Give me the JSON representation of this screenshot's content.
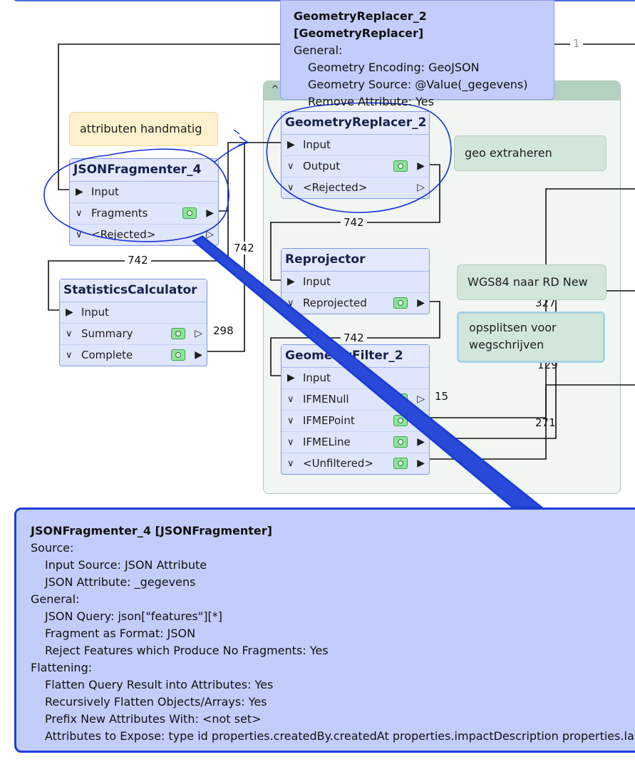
{
  "bookmark": {
    "toggle": "^"
  },
  "transformers": {
    "json_fragmenter": {
      "name": "JSONFragmenter_4",
      "ports": {
        "input": "Input",
        "fragments": "Fragments",
        "rejected": "<Rejected>"
      }
    },
    "statistics_calculator": {
      "name": "StatisticsCalculator",
      "ports": {
        "input": "Input",
        "summary": "Summary",
        "complete": "Complete"
      }
    },
    "geometry_replacer": {
      "name": "GeometryReplacer_2",
      "ports": {
        "input": "Input",
        "output": "Output",
        "rejected": "<Rejected>"
      }
    },
    "reprojector": {
      "name": "Reprojector",
      "ports": {
        "input": "Input",
        "reprojected": "Reprojected"
      }
    },
    "geometry_filter": {
      "name": "GeometryFilter_2",
      "ports": {
        "input": "Input",
        "ifmenull": "IFMENull",
        "ifmepoint": "IFMEPoint",
        "ifmeline": "IFMELine",
        "unfiltered": "<Unfiltered>"
      }
    }
  },
  "notes": {
    "attributen": "attributen handmatig",
    "geo_extraheren": "geo extraheren",
    "wgs84": "WGS84 naar RD New",
    "opsplitsen": "opsplitsen voor wegschrijven"
  },
  "feature_counts": {
    "top_line": "1",
    "json_to_stats": "742",
    "fragments_out": "742",
    "summary": "298",
    "geom_to_reproj": "742",
    "reproj_to_filter": "742",
    "c327": "327",
    "c129": "129",
    "ifmenull": "15",
    "c271": "271"
  },
  "tooltip_geometry_replacer": {
    "title": "GeometryReplacer_2 [GeometryReplacer]",
    "section_general": "General:",
    "props": [
      "Geometry Encoding: GeoJSON",
      "Geometry Source: @Value(_gegevens)",
      "Remove Attribute: Yes"
    ]
  },
  "tooltip_json_fragmenter": {
    "title": "JSONFragmenter_4 [JSONFragmenter]",
    "section_source": "Source:",
    "source_props": [
      "Input Source: JSON Attribute",
      "JSON Attribute: _gegevens"
    ],
    "section_general": "General:",
    "general_props": [
      "JSON Query: json[\"features\"][*]",
      "Fragment as Format: JSON",
      "Reject Features which Produce No Fragments: Yes"
    ],
    "section_flattening": "Flattening:",
    "flattening_props": [
      "Flatten Query Result into Attributes: Yes",
      "Recursively Flatten Objects/Arrays: Yes",
      "Prefix New Attributes With: <not set>",
      "Attributes to Expose: type id properties.createdBy.createdAt properties.impactDescription properties.lastC"
    ]
  },
  "colors": {
    "node_fill": "#dfe5fb",
    "node_border": "#7f97e0",
    "bookmark_fill": "#f1f6f3",
    "bookmark_header": "#b4d1bf",
    "tooltip_fill": "#c3cdfb",
    "tooltip_border": "#1a3fd6",
    "annotation_ink": "#1530d6"
  }
}
